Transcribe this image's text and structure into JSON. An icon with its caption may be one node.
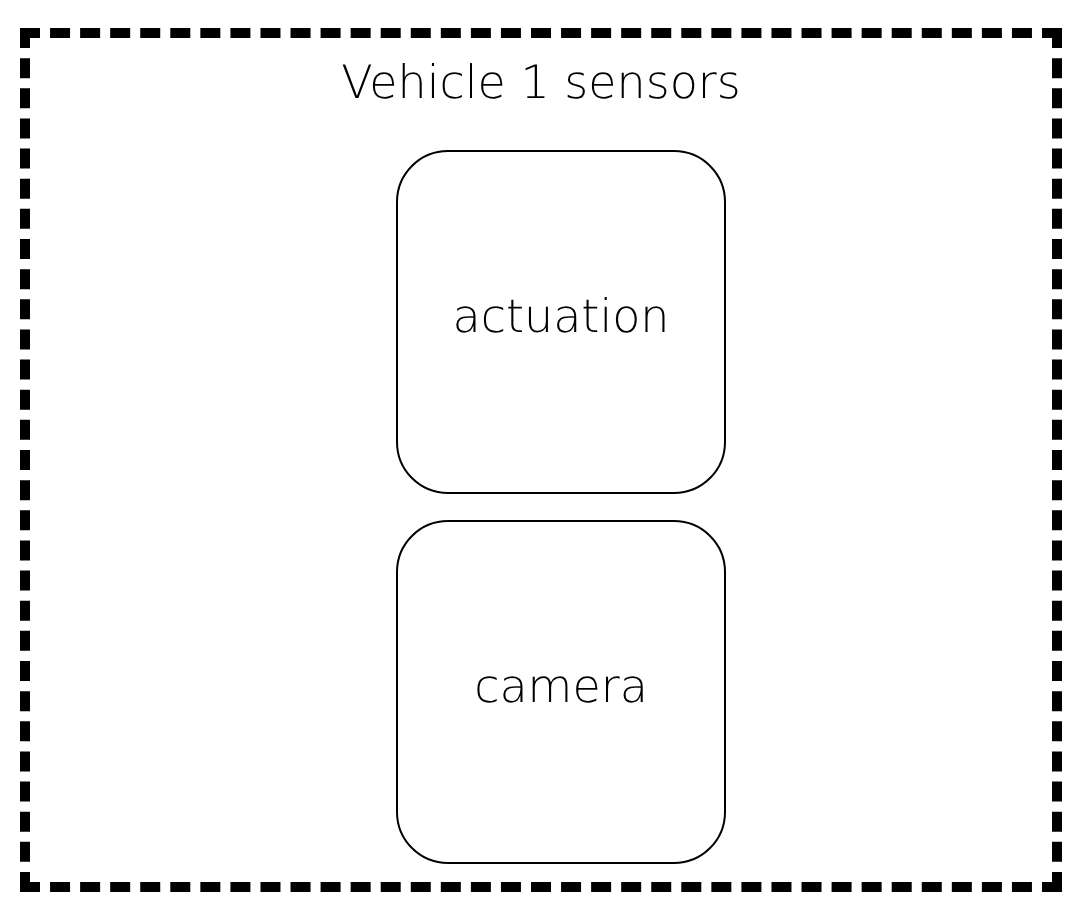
{
  "diagram": {
    "nodes": [
      {
        "text": [
          "Vehicle 1 sensors"
        ]
      },
      {
        "text": [
          "actuation"
        ],
        "in": 0
      },
      {
        "text": [
          "camera"
        ],
        "in": 0
      }
    ]
  }
}
